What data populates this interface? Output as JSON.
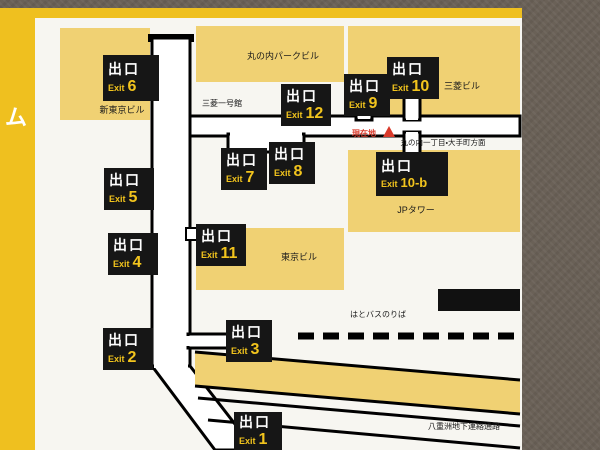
{
  "sign": {
    "side_text": "ム",
    "current_location_text": "現在地",
    "current_location_marker": "▲",
    "direction_label": "丸の内一丁目・大手町方面",
    "labels": {
      "marunouchi_park": "丸の内パークビル",
      "mitsubishi_bldg": "三菱ビル",
      "shin_tokyo_bldg": "新東京ビル",
      "mitsubishi_ichigokan": "三菱一号館",
      "jp_tower": "JPタワー",
      "tokyo_bldg": "東京ビル",
      "hato_bus": "はとバスのりば",
      "yaesu_passage": "八重洲地下連絡通路"
    },
    "exits": {
      "e1": {
        "kanji": "出口",
        "word": "Exit",
        "num": "1"
      },
      "e2": {
        "kanji": "出口",
        "word": "Exit",
        "num": "2"
      },
      "e3": {
        "kanji": "出口",
        "word": "Exit",
        "num": "3"
      },
      "e4": {
        "kanji": "出口",
        "word": "Exit",
        "num": "4"
      },
      "e5": {
        "kanji": "出口",
        "word": "Exit",
        "num": "5"
      },
      "e6": {
        "kanji": "出口",
        "word": "Exit",
        "num": "6"
      },
      "e7": {
        "kanji": "出口",
        "word": "Exit",
        "num": "7"
      },
      "e8": {
        "kanji": "出口",
        "word": "Exit",
        "num": "8"
      },
      "e9": {
        "kanji": "出口",
        "word": "Exit",
        "num": "9"
      },
      "e10": {
        "kanji": "出口",
        "word": "Exit",
        "num": "10"
      },
      "e10b": {
        "kanji": "出口",
        "word": "Exit",
        "num": "10-b"
      },
      "e11": {
        "kanji": "出口",
        "word": "Exit",
        "num": "11"
      },
      "e12": {
        "kanji": "出口",
        "word": "Exit",
        "num": "12"
      }
    },
    "colors": {
      "frame_yellow": "#efc01f",
      "building_yellow": "#f0d173",
      "sign_black": "#161616",
      "exit_number_yellow": "#f2c41d",
      "current_location_red": "#d93a2b",
      "wall_brown": "#6a6157"
    }
  }
}
